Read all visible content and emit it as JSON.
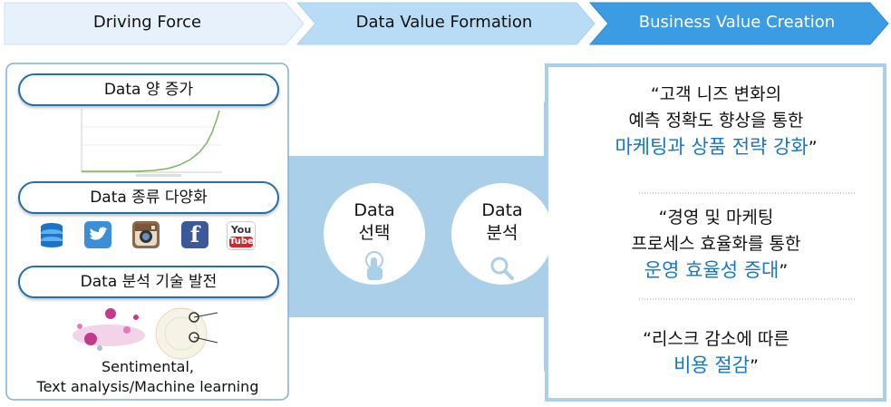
{
  "phases": [
    "Driving Force",
    "Data Value Formation",
    "Business Value Creation"
  ],
  "left_panel": {
    "pill_1": "Data 양 증가",
    "pill_2": "Data 종류 다양화",
    "pill_3": "Data 분석 기술 발전",
    "caption_line_1": "Sentimental,",
    "caption_line_2": "Text analysis/Machine learning"
  },
  "social_icons": [
    "database-icon",
    "twitter-icon",
    "instagram-icon",
    "facebook-icon",
    "youtube-icon"
  ],
  "youtube_label_1": "You",
  "youtube_label_2": "Tube",
  "middle": {
    "circle_1_line_1": "Data",
    "circle_1_line_2": "선택",
    "circle_2_line_1": "Data",
    "circle_2_line_2": "분석"
  },
  "quotes": [
    {
      "line_1": "“고객 니즈 변화의",
      "line_2": "예측 정확도 향상을 통한",
      "highlight": "마케팅과 상품 전략 강화",
      "end": "”"
    },
    {
      "line_1": "“경영 및 마케팅",
      "line_2": "프로세스 효율화를 통한",
      "highlight": "운영 효율성 증대",
      "end": "”"
    },
    {
      "line_1": "“리스크 감소에 따른",
      "line_2": "",
      "highlight": "비용 절감",
      "end": "”"
    }
  ],
  "colors": {
    "phase_1": "#e6f1fb",
    "phase_2": "#b9dcf6",
    "phase_3": "#3b9be3",
    "arrow": "#a9cfe9",
    "border": "#1f6fb2",
    "highlight": "#1677c8"
  }
}
